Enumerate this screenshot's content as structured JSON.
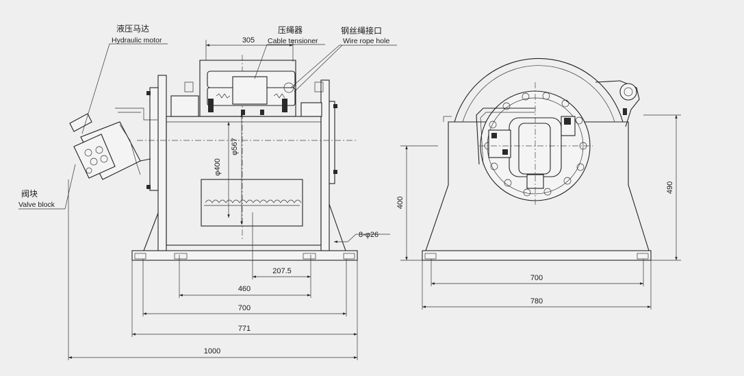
{
  "labels": {
    "hydraulic_motor": {
      "cn": "液压马达",
      "en": "Hydraulic motor"
    },
    "cable_tensioner": {
      "cn": "压绳器",
      "en": "Cable tensioner"
    },
    "wire_rope_hole": {
      "cn": "钢丝绳接口",
      "en": "Wire rope hole"
    },
    "valve_block": {
      "cn": "阀块",
      "en": "Valve block"
    }
  },
  "dimensions": {
    "front": {
      "width_305": "305",
      "drum_dia": "φ400",
      "flange_dia": "φ567",
      "offset_207_5": "207.5",
      "bolt_460": "460",
      "base_700": "700",
      "base_771": "771",
      "overall_1000": "1000",
      "holes": "8-φ26"
    },
    "side": {
      "height_400": "400",
      "height_490": "490",
      "bolt_700": "700",
      "base_780": "780"
    }
  }
}
